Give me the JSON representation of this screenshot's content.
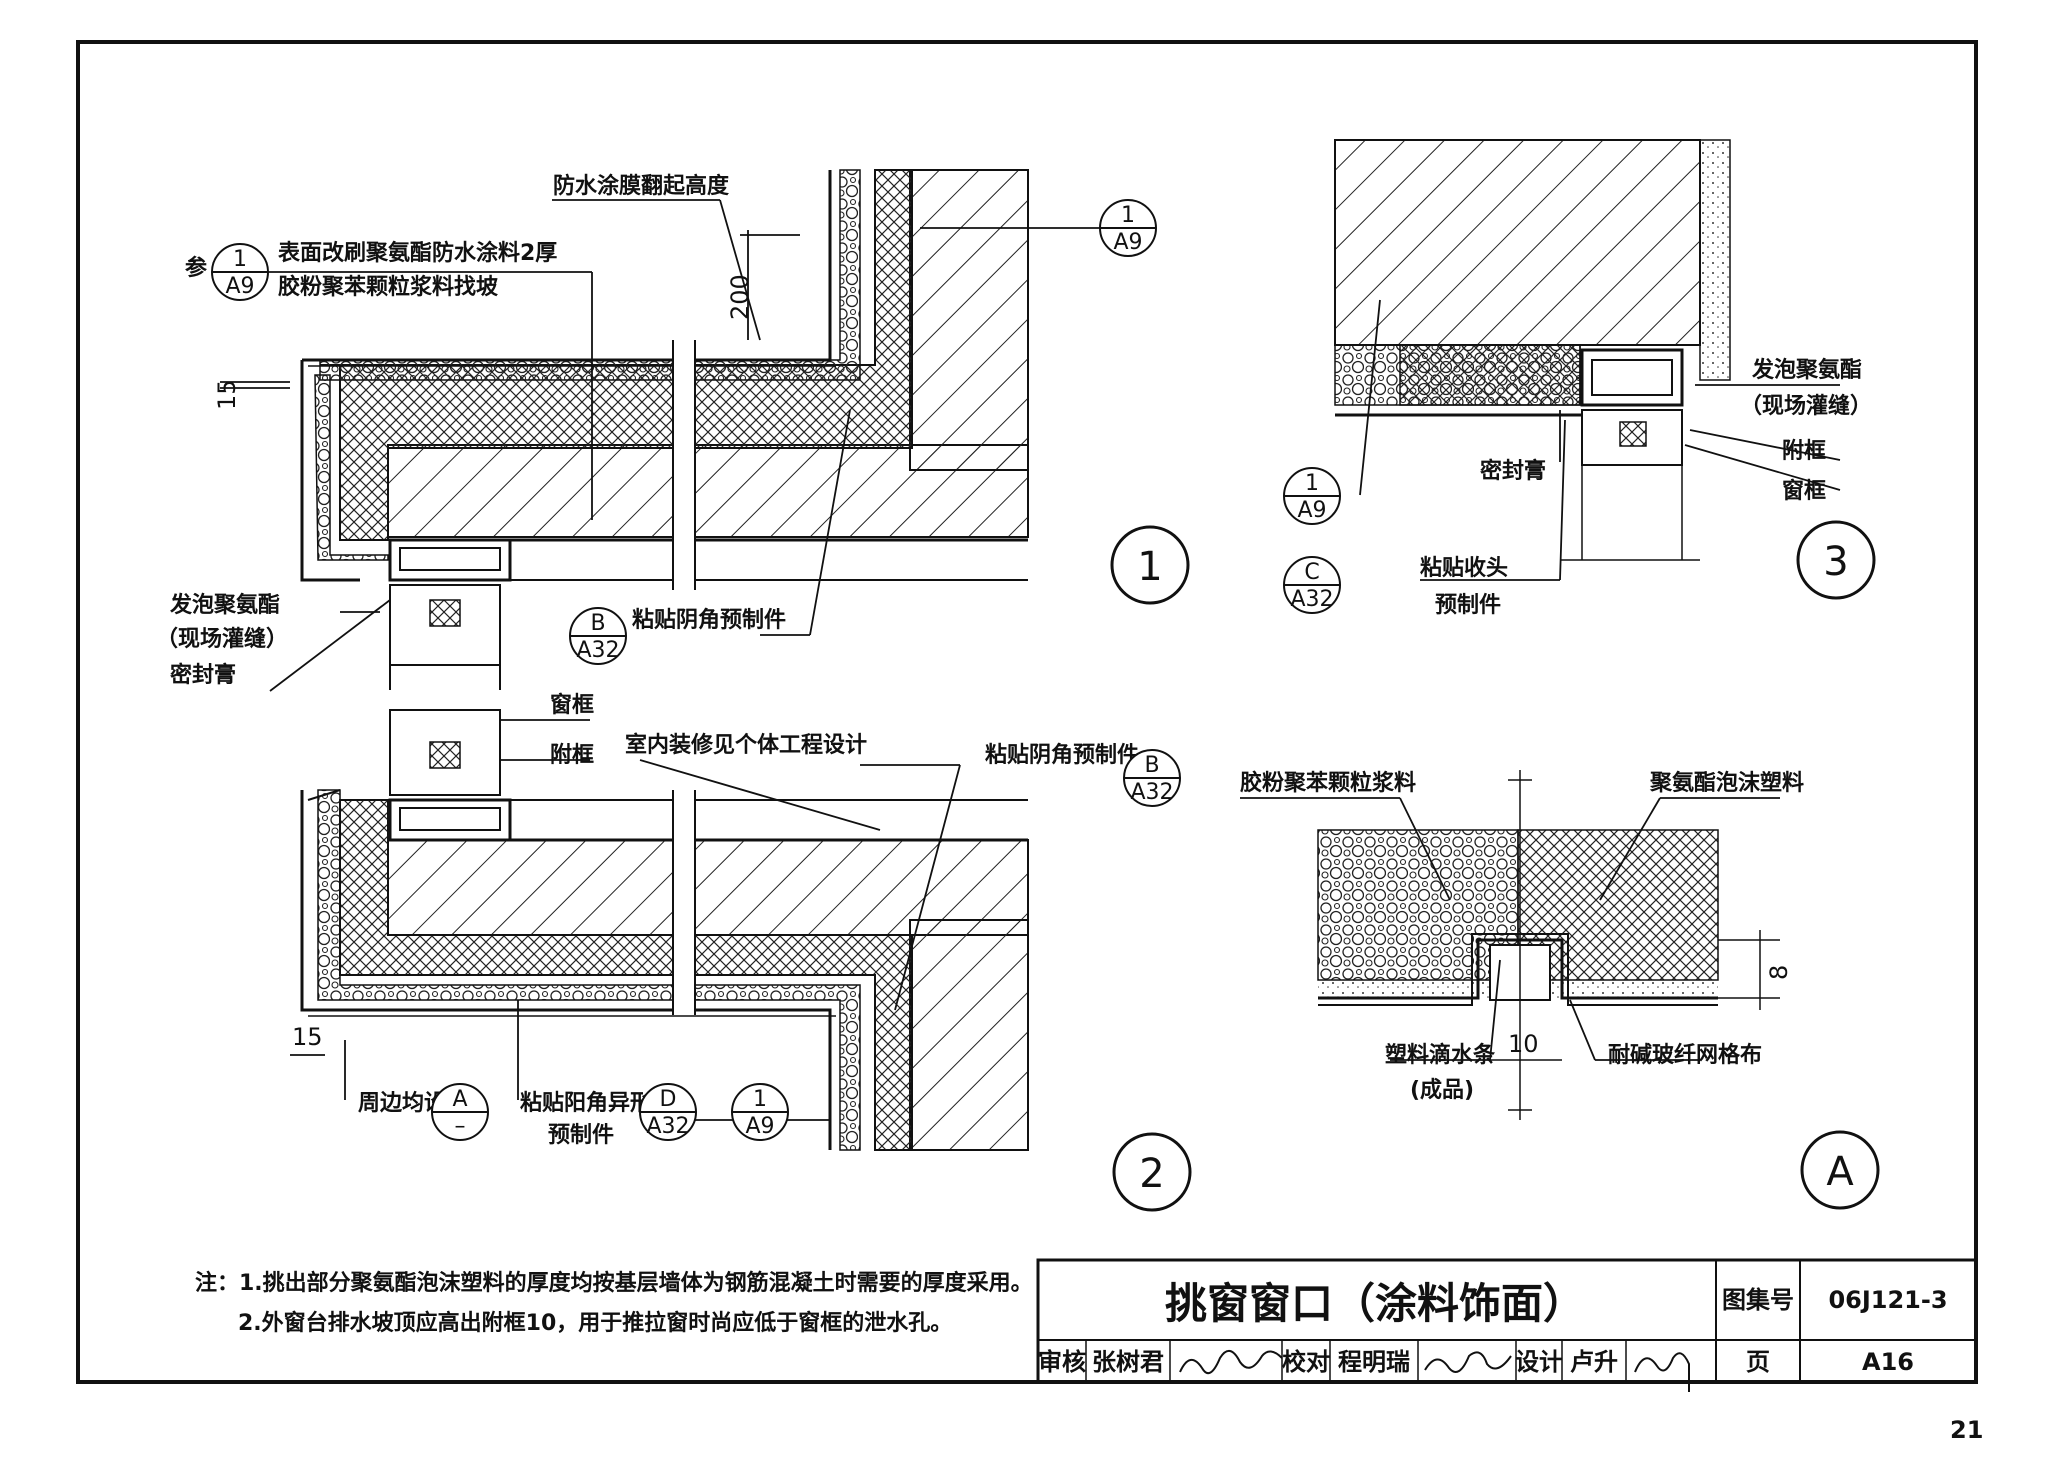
{
  "page_number": "21",
  "labels": {
    "waterproof_height": "防水涂膜翻起高度",
    "ref_prefix": "参",
    "surface_brush_1": "表面改刷聚氨酯防水涂料2厚",
    "surface_brush_2": "胶粉聚苯颗粒浆料找坡",
    "foam_pu_left": "发泡聚氨酯",
    "site_fill_left": "（现场灌缝）",
    "sealant_left": "密封膏",
    "inner_corner_1": "粘贴阴角预制件",
    "window_frame_2": "窗框",
    "sub_frame_2": "附框",
    "interior_note": "室内装修见个体工程设计",
    "inner_corner_2": "粘贴阴角预制件",
    "around_all": "周边均设",
    "outer_corner_1": "粘贴阳角异形",
    "outer_corner_2": "预制件",
    "foam_pu_right": "发泡聚氨酯",
    "site_fill_right": "（现场灌缝）",
    "sub_frame_3": "附框",
    "window_frame_3": "窗框",
    "sealant_3": "密封膏",
    "end_piece_1": "粘贴收头",
    "end_piece_2": "预制件",
    "rubber_powder": "胶粉聚苯颗粒浆料",
    "pu_foam_plastic": "聚氨酯泡沫塑料",
    "drip_strip_1": "塑料滴水条",
    "drip_strip_2": "(成品)",
    "mesh_cloth": "耐碱玻纤网格布"
  },
  "dims": {
    "d200": "200",
    "d15_top": "15",
    "d15_bottom": "15",
    "d8": "8",
    "d10": "10"
  },
  "refs": {
    "r1_top": "1",
    "r1_bot": "A9",
    "r2_top": "1",
    "r2_bot": "A9",
    "r3_top": "B",
    "r3_bot": "A32",
    "r4_top": "B",
    "r4_bot": "A32",
    "r5_top": "A",
    "r5_bot": "–",
    "r6_top": "D",
    "r6_bot": "A32",
    "r7_top": "1",
    "r7_bot": "A9",
    "r8_top": "1",
    "r8_bot": "A9",
    "r9_top": "C",
    "r9_bot": "A32"
  },
  "detail_marks": {
    "d1": "1",
    "d2": "2",
    "d3": "3",
    "dA": "A"
  },
  "notes": {
    "line1": "注：1.挑出部分聚氨酯泡沫塑料的厚度均按基层墙体为钢筋混凝土时需要的厚度采用。",
    "line2": "2.外窗台排水坡顶应高出附框10，用于推拉窗时尚应低于窗框的泄水孔。"
  },
  "title_block": {
    "title": "挑窗窗口（涂料饰面）",
    "atlas_label": "图集号",
    "atlas_no": "06J121-3",
    "page_label": "页",
    "page_no": "A16",
    "review_label": "审核",
    "reviewer": "张树君",
    "check_label": "校对",
    "checker": "程明瑞",
    "design_label": "设计",
    "designer": "卢升"
  }
}
